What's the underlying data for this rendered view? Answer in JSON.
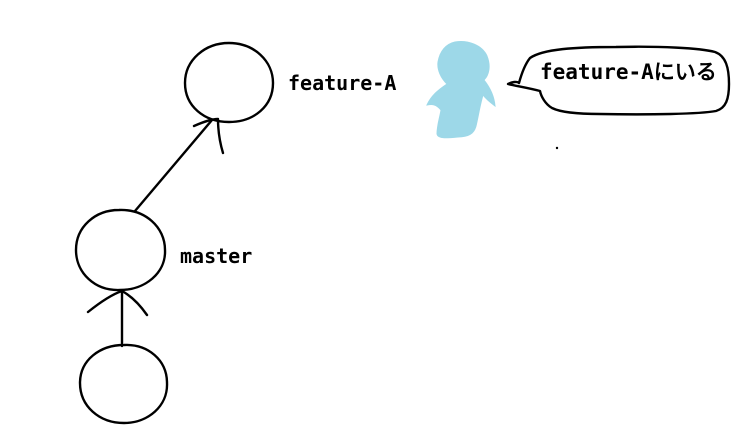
{
  "diagram": {
    "commits": [
      {
        "id": "commit-top",
        "branch_label": "feature-A"
      },
      {
        "id": "commit-middle",
        "branch_label": "master"
      },
      {
        "id": "commit-bottom",
        "branch_label": ""
      }
    ],
    "speech_bubble": {
      "text": "feature-Aにいる"
    },
    "colors": {
      "person": "#9dd8e8",
      "stroke": "#000000",
      "background": "#ffffff"
    },
    "icons": {
      "person": "person-icon"
    }
  }
}
